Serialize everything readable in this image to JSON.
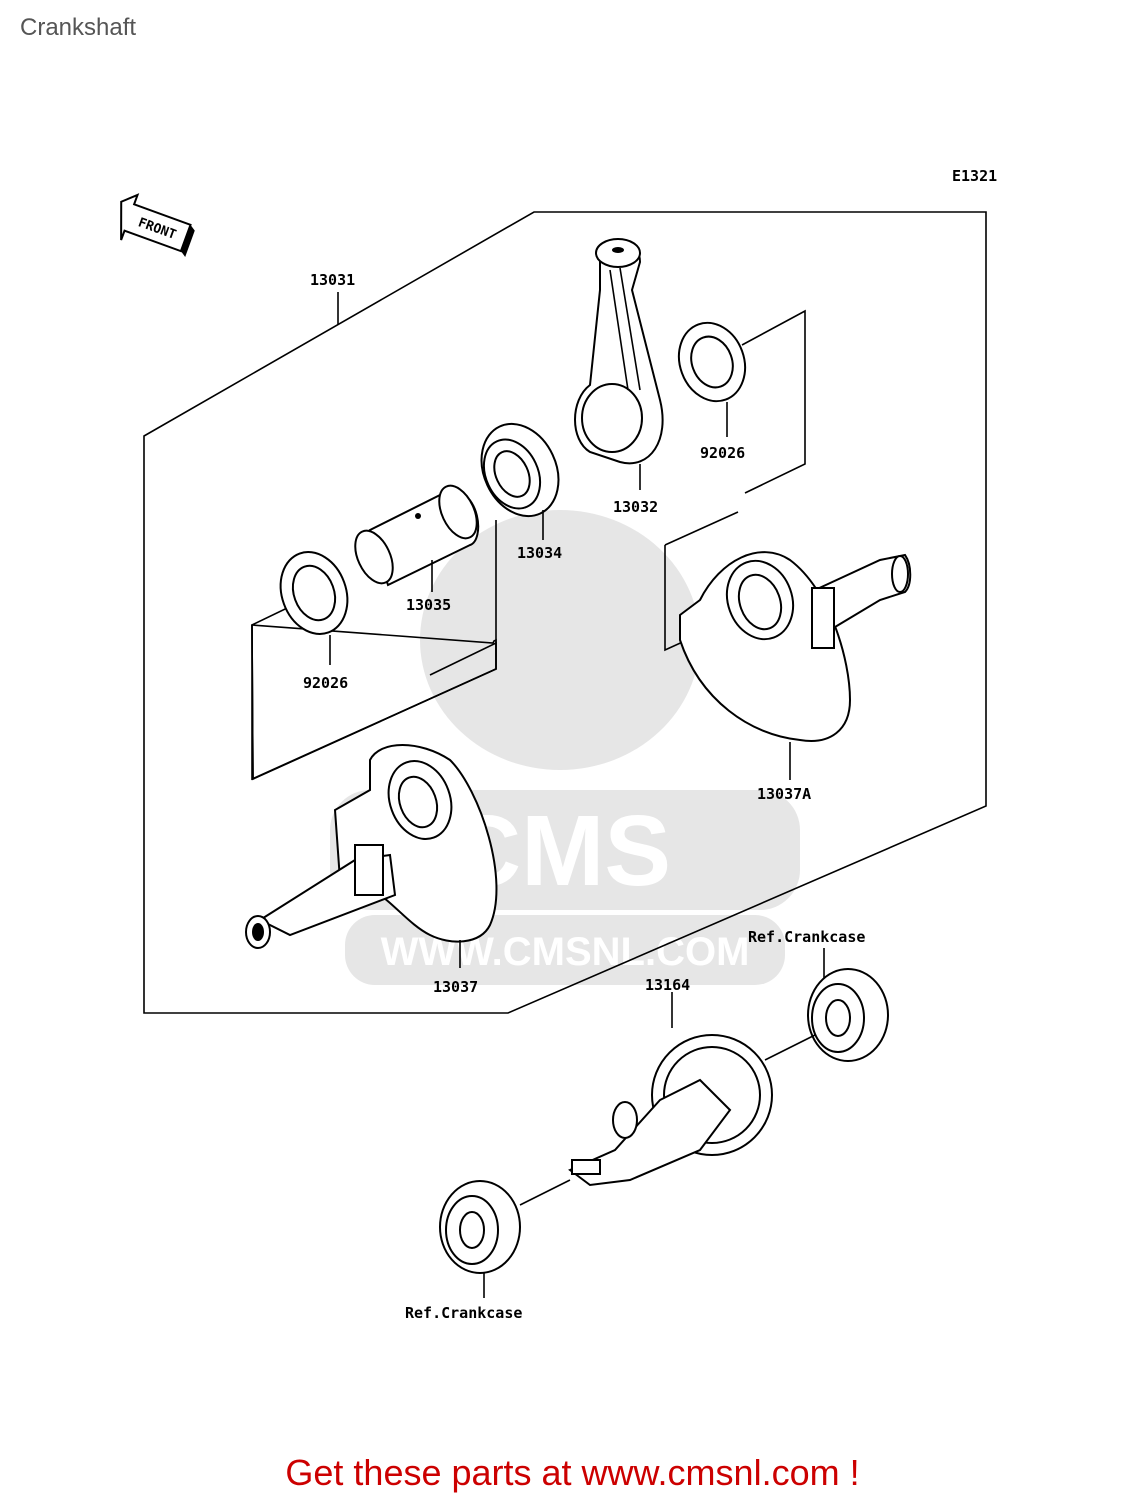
{
  "page": {
    "title": "Crankshaft"
  },
  "diagram": {
    "code": "E1321",
    "front_label": "FRONT",
    "watermark": {
      "brand": "CMS",
      "url": "WWW.CMSNL.COM"
    },
    "parts": {
      "p13031": "13031",
      "p13032": "13032",
      "p13034": "13034",
      "p13035": "13035",
      "p92026_top": "92026",
      "p92026_left": "92026",
      "p13037A": "13037A",
      "p13037": "13037",
      "p13164": "13164"
    },
    "refs": {
      "crankcase_top": "Ref.Crankcase",
      "crankcase_bottom": "Ref.Crankcase"
    }
  },
  "footer": {
    "text": "Get these parts at www.cmsnl.com !",
    "color": "#cc0000"
  }
}
